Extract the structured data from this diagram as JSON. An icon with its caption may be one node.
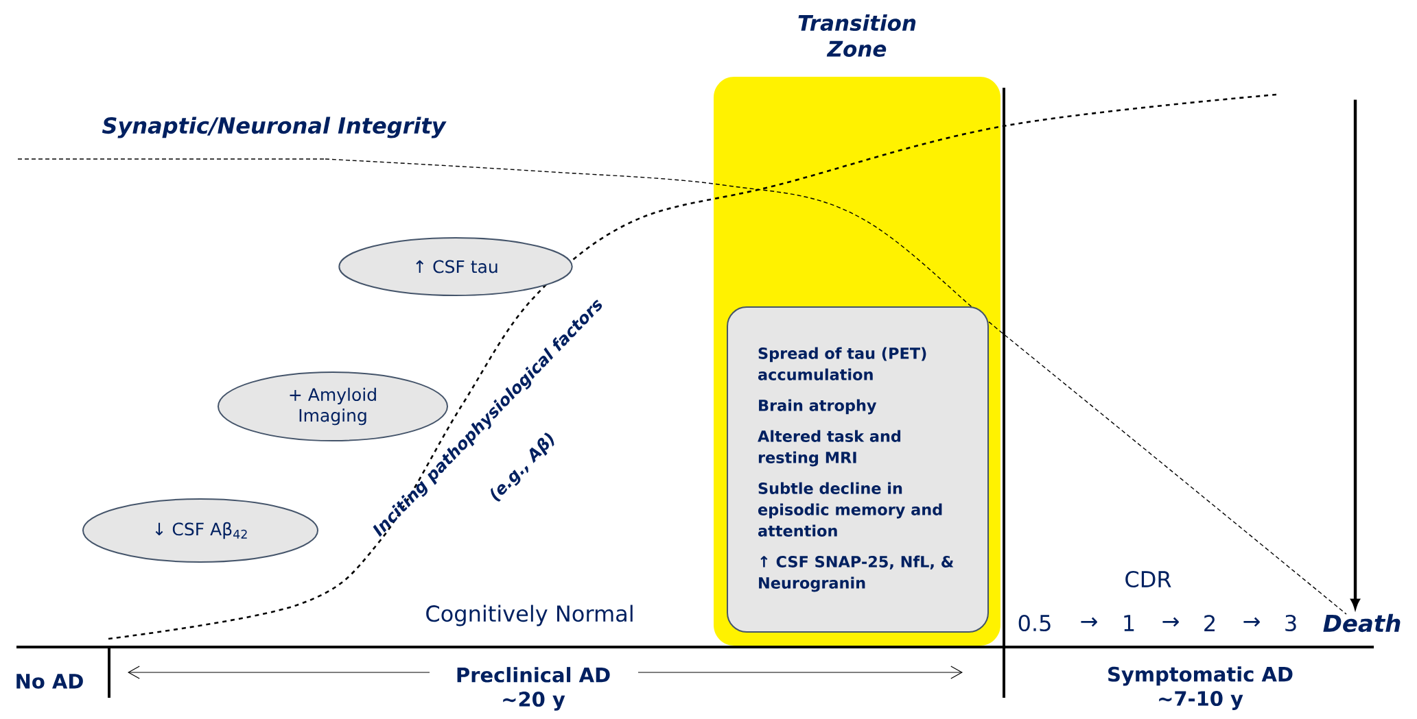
{
  "diagram": {
    "nodes": [
      {
        "text": [
          "Transition Zone"
        ]
      },
      {
        "text": [
          "Spread of tau (PET) accumulation",
          "Brain atrophy",
          "Altered task and resting MRI",
          "Subtle decline in episodic memory and attention",
          "↑ CSF SNAP-25, NfL, & Neurogranin"
        ],
        "in": 0
      },
      {
        "text": [
          "↑ CSF tau"
        ]
      },
      {
        "text": [
          "+ Amyloid Imaging"
        ]
      },
      {
        "text": [
          "↓ CSF Aβ$_{42}$"
        ]
      },
      {
        "text": [
          "Death"
        ]
      }
    ],
    "edges": [
      {
        "from": null,
        "to": 5,
        "arrow": "to"
      }
    ],
    "labels": [
      "Synaptic/Neuronal Integrity",
      "Inciting pathophysiological factors",
      "(e.g., Aβ)",
      "Cognitively Normal",
      "CDR",
      "0.5",
      "→",
      "1",
      "→",
      "2",
      "→",
      "3",
      "No AD",
      "Preclinical AD ~20 y",
      "Symptomatic AD ~7-10 y"
    ]
  }
}
